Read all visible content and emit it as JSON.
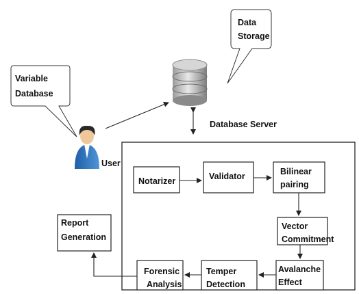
{
  "callouts": {
    "variable_database": [
      "Variable",
      "Database"
    ],
    "data_storage": [
      "Data",
      "Storage"
    ]
  },
  "labels": {
    "user": "User",
    "database_server": "Database Server"
  },
  "nodes": {
    "notarizer": [
      "Notarizer"
    ],
    "validator": [
      "Validator"
    ],
    "bilinear_pairing": [
      "Bilinear",
      "pairing"
    ],
    "vector_commitment": [
      "Vector",
      "Commitment"
    ],
    "avalanche_effect": [
      "Avalanche",
      "Effect"
    ],
    "temper_detection": [
      "Temper",
      "Detection"
    ],
    "forensic_analysis": [
      "Forensic",
      "Analysis"
    ],
    "report_generation": [
      "Report",
      "Generation"
    ]
  },
  "icons": {
    "user": "user-icon",
    "database": "database-server-icon"
  }
}
